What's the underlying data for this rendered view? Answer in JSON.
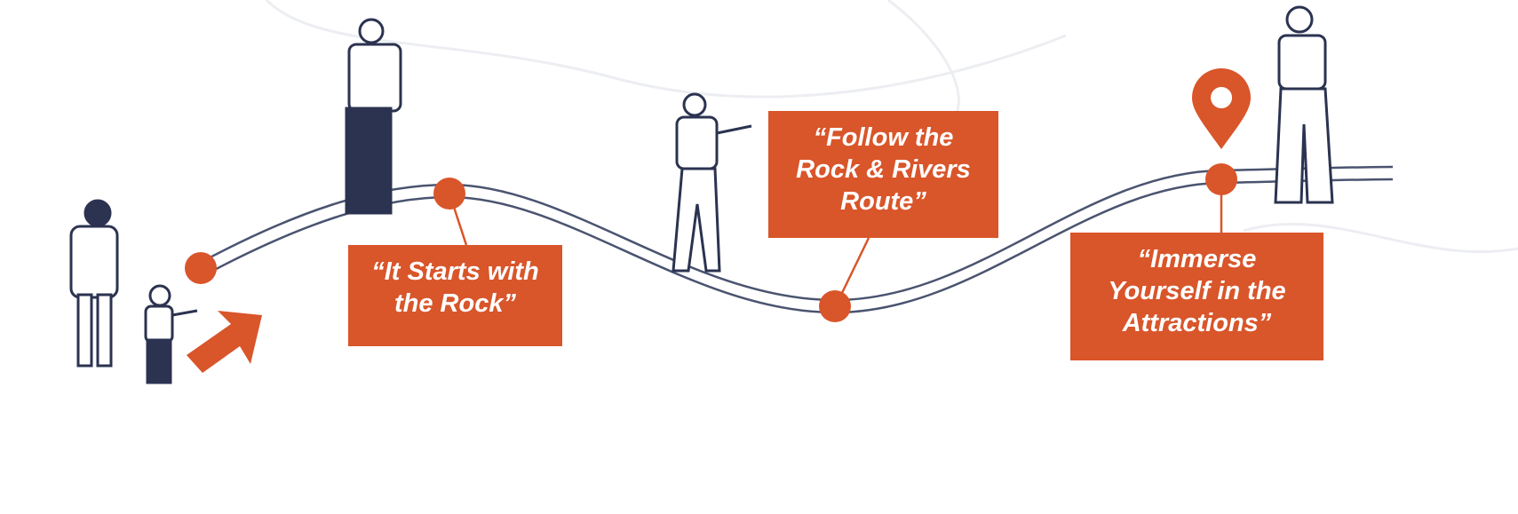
{
  "colors": {
    "accent": "#D9552A",
    "navy": "#2B3350",
    "path": "#4A5470"
  },
  "milestones": [
    {
      "label": "“It Starts with the Rock”",
      "lines": [
        "“It Starts with",
        "the Rock”"
      ]
    },
    {
      "label": "“Follow the Rock & Rivers Route”",
      "lines": [
        "“Follow the",
        "Rock & Rivers",
        "Route”"
      ]
    },
    {
      "label": "“Immerse Yourself in the Attractions”",
      "lines": [
        "“Immerse",
        "Yourself in the",
        "Attractions”"
      ]
    }
  ]
}
